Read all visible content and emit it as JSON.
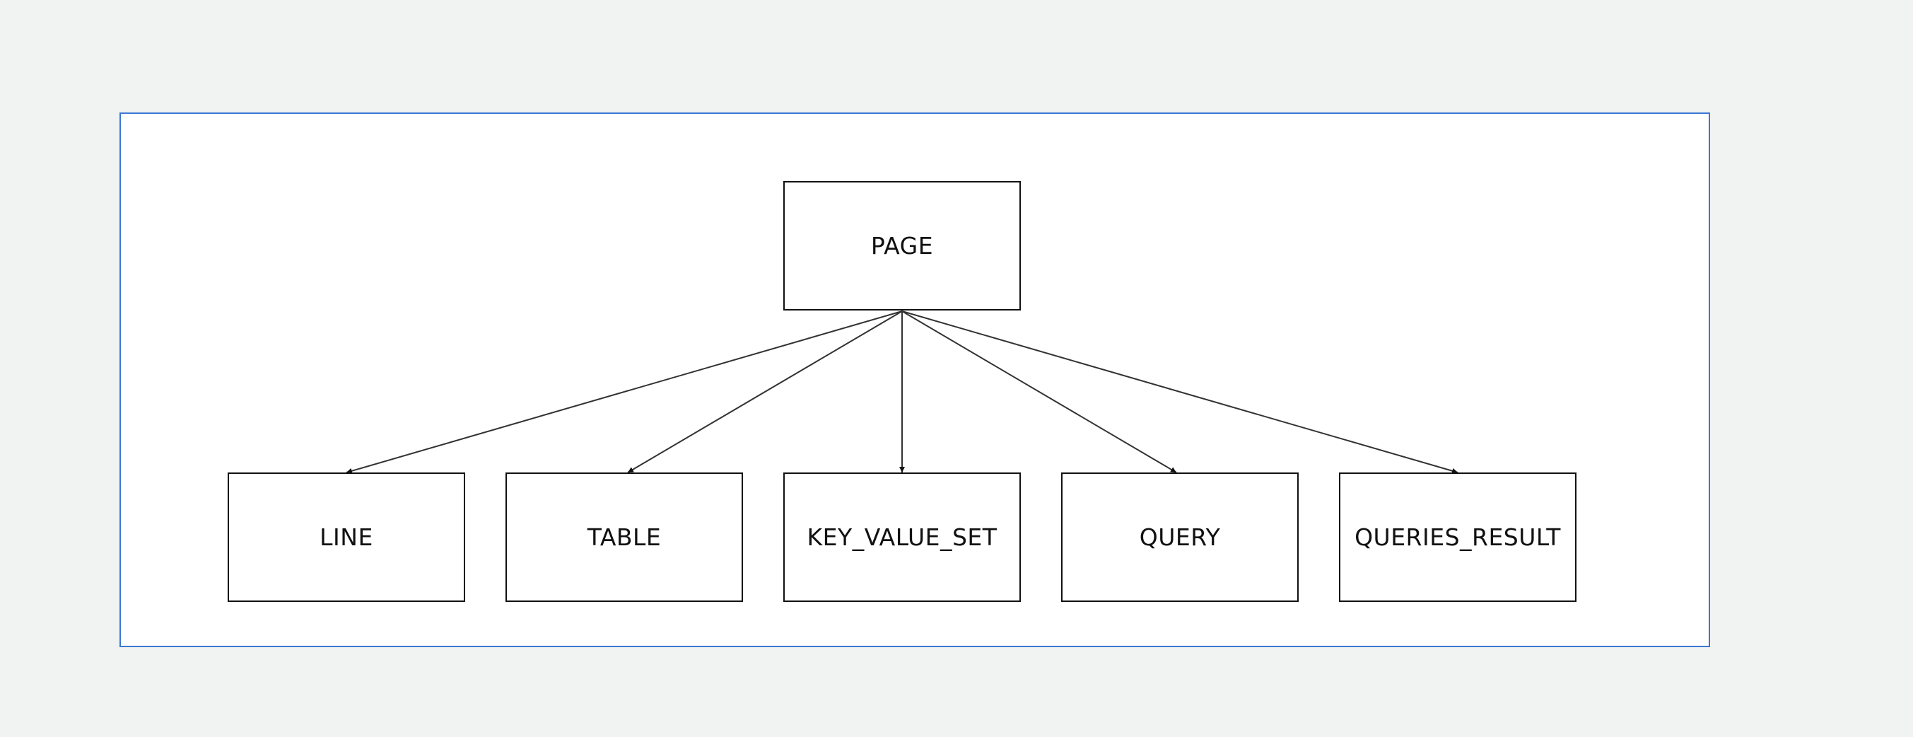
{
  "diagram": {
    "root": {
      "id": "page",
      "label": "PAGE"
    },
    "children": [
      {
        "id": "line",
        "label": "LINE"
      },
      {
        "id": "table",
        "label": "TABLE"
      },
      {
        "id": "kvs",
        "label": "KEY_VALUE_SET"
      },
      {
        "id": "query",
        "label": "QUERY"
      },
      {
        "id": "qres",
        "label": "QUERIES_RESULT"
      }
    ],
    "edges": [
      {
        "from": "page",
        "to": "line"
      },
      {
        "from": "page",
        "to": "table"
      },
      {
        "from": "page",
        "to": "kvs"
      },
      {
        "from": "page",
        "to": "query"
      },
      {
        "from": "page",
        "to": "qres"
      }
    ]
  },
  "colors": {
    "background": "#f1f2f2",
    "frame_border": "#3a78d4",
    "box_border": "#111111",
    "edge": "#333333"
  }
}
